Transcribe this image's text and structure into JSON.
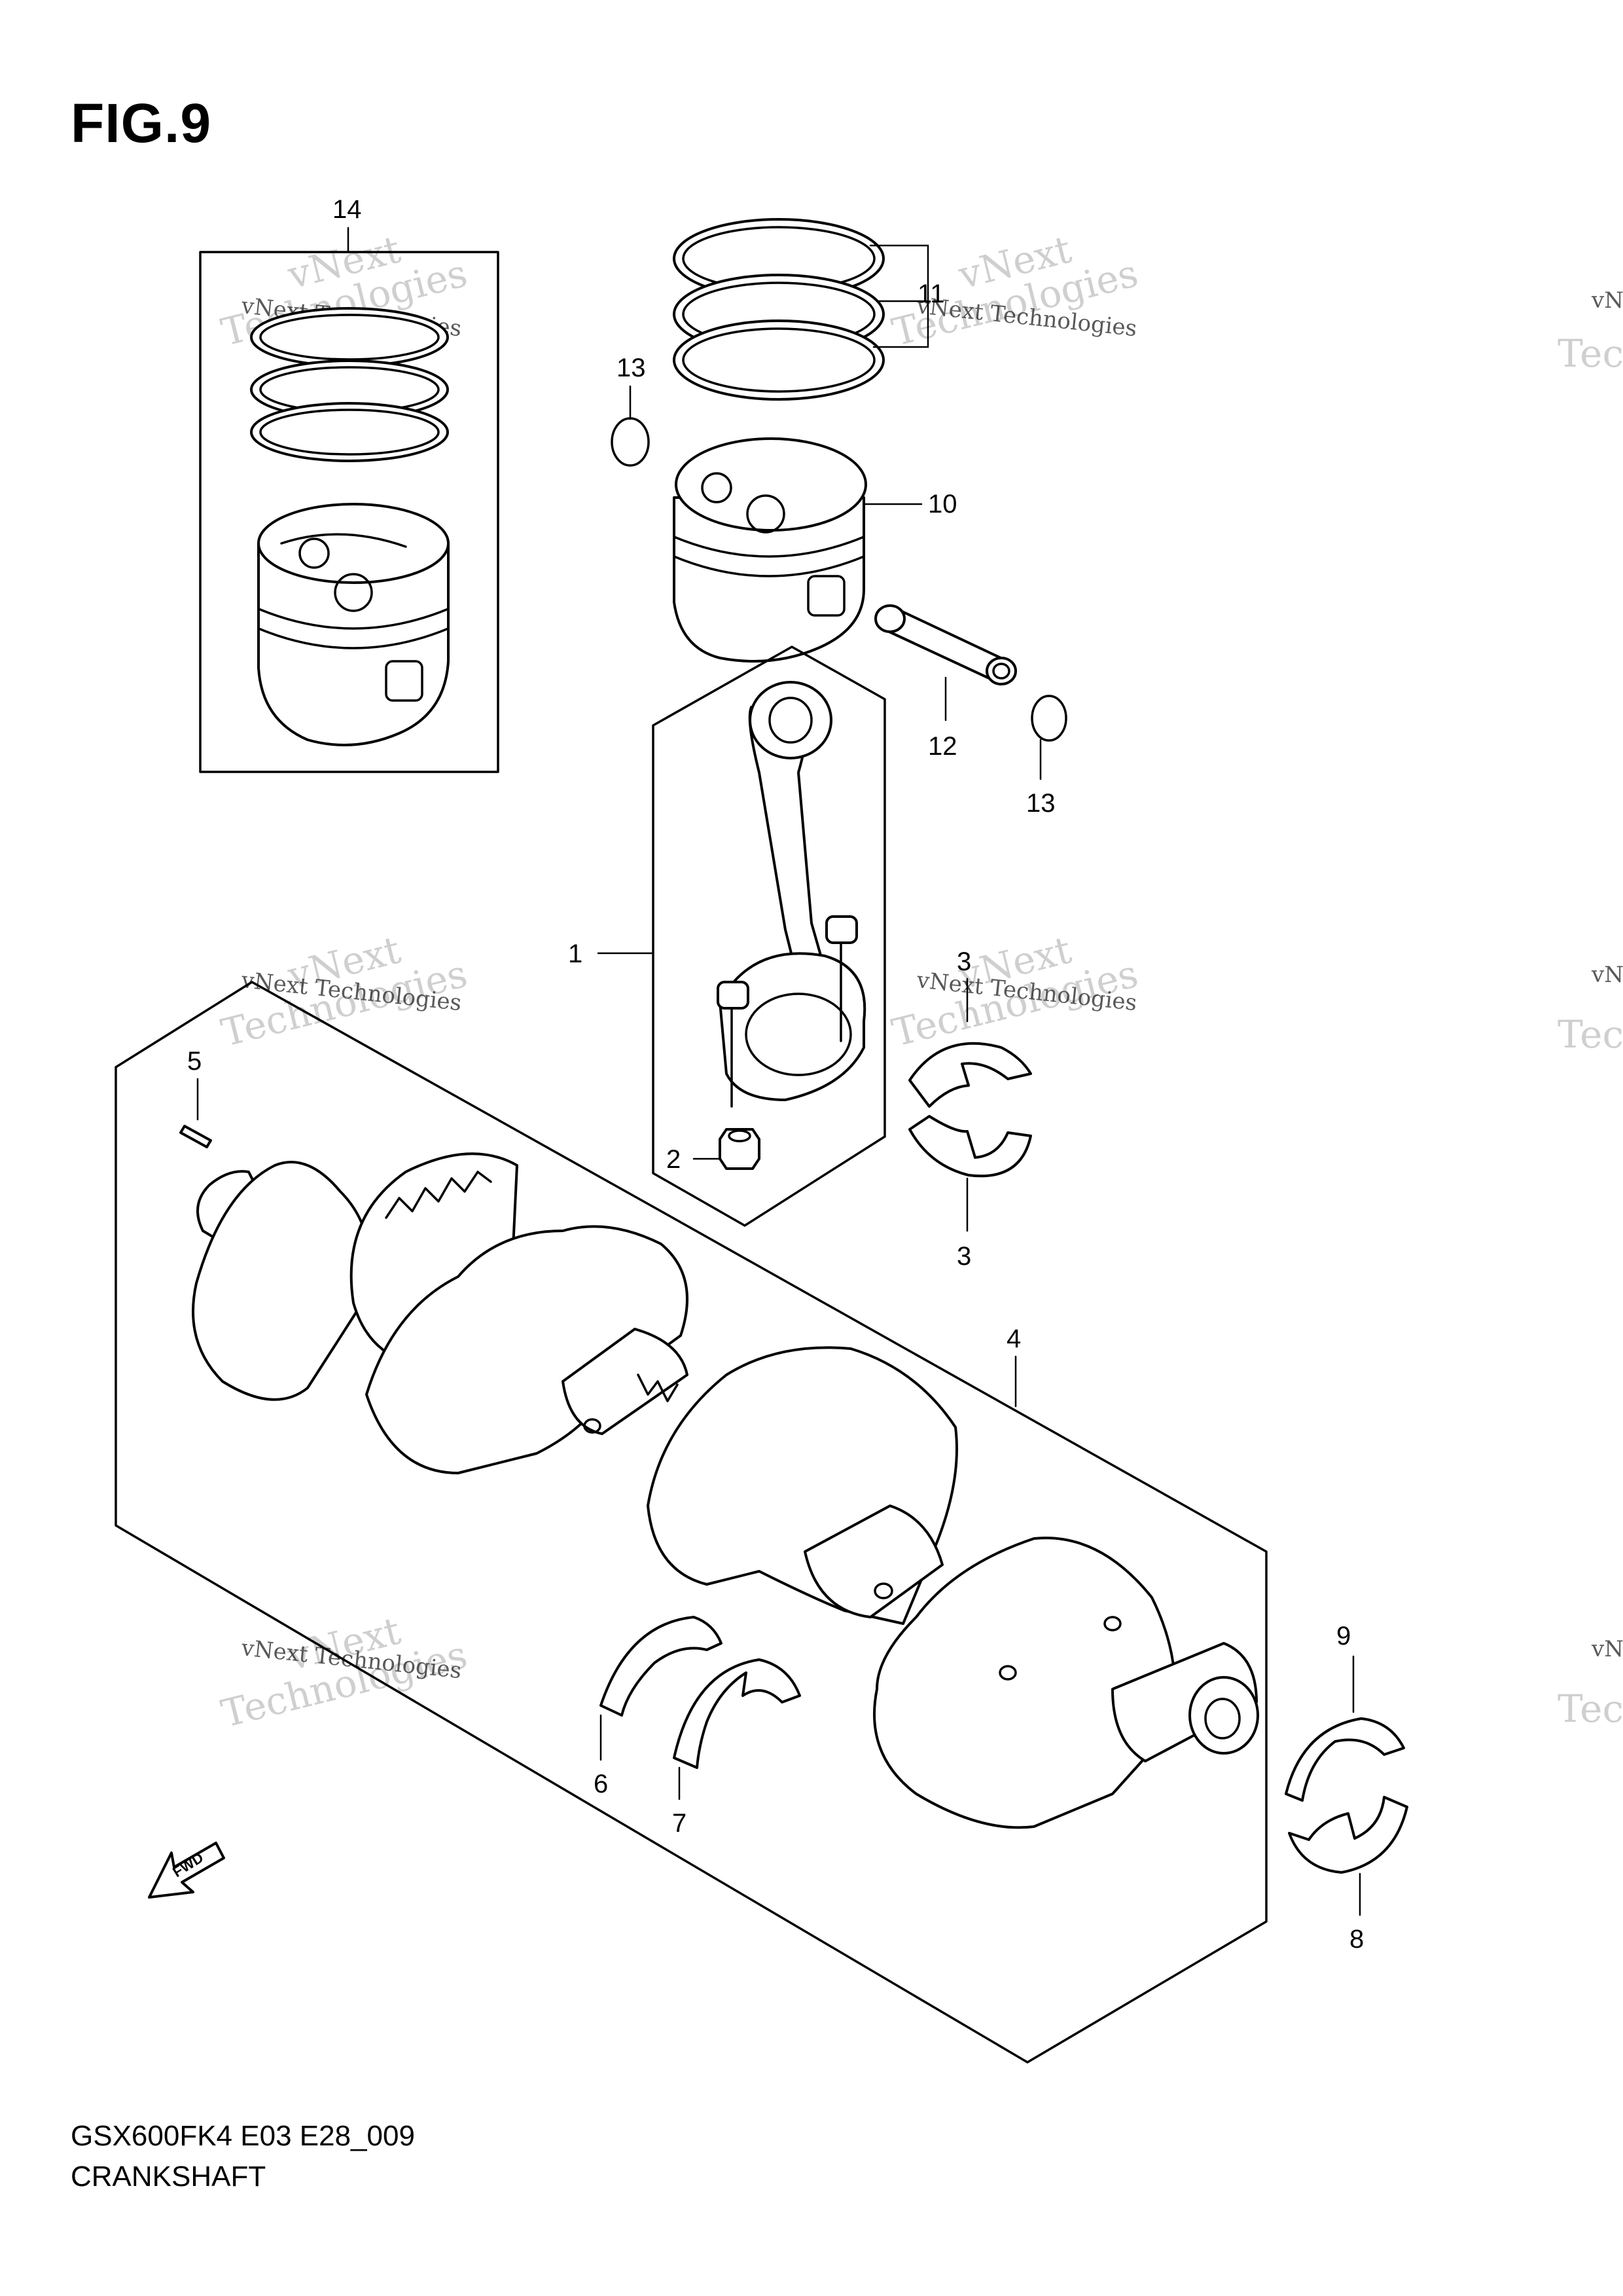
{
  "title": "FIG.9",
  "footer": {
    "code": "GSX600FK4 E03 E28_009",
    "name": "CRANKSHAFT"
  },
  "callouts": {
    "c1": "1",
    "c2": "2",
    "c3a": "3",
    "c3b": "3",
    "c4": "4",
    "c5": "5",
    "c6": "6",
    "c7": "7",
    "c8": "8",
    "c9": "9",
    "c10": "10",
    "c11": "11",
    "c12": "12",
    "c13a": "13",
    "c13b": "13",
    "c14": "14"
  },
  "fwd_label": "FWD",
  "watermark": {
    "brand": "vNext Technologies",
    "stamp_word_1": "vNext",
    "stamp_word_2": "Technologies"
  }
}
